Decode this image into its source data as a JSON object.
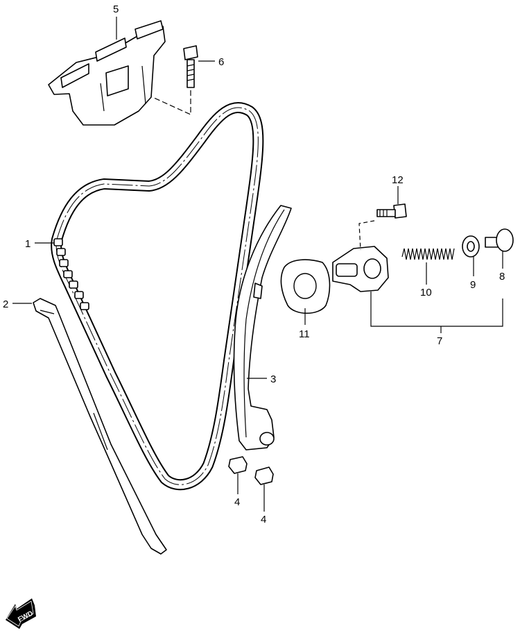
{
  "diagram": {
    "callouts": [
      {
        "id": "callout-1",
        "text": "1"
      },
      {
        "id": "callout-2",
        "text": "2"
      },
      {
        "id": "callout-3",
        "text": "3"
      },
      {
        "id": "callout-4a",
        "text": "4"
      },
      {
        "id": "callout-4b",
        "text": "4"
      },
      {
        "id": "callout-5",
        "text": "5"
      },
      {
        "id": "callout-6",
        "text": "6"
      },
      {
        "id": "callout-7",
        "text": "7"
      },
      {
        "id": "callout-8",
        "text": "8"
      },
      {
        "id": "callout-9",
        "text": "9"
      },
      {
        "id": "callout-10",
        "text": "10"
      },
      {
        "id": "callout-11",
        "text": "11"
      },
      {
        "id": "callout-12",
        "text": "12"
      }
    ],
    "fwd_label": "FWD"
  }
}
